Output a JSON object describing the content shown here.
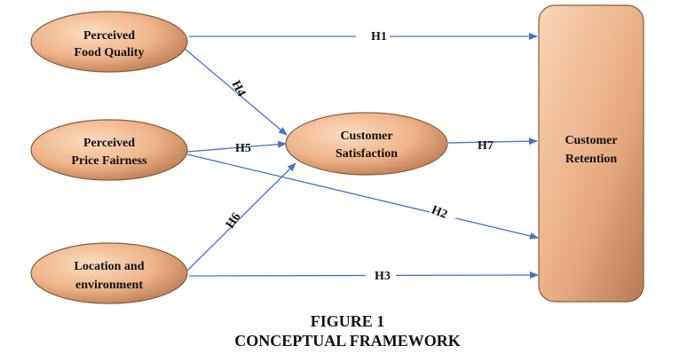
{
  "nodes": {
    "food_quality": [
      "Perceived",
      "Food Quality"
    ],
    "price_fairness": [
      "Perceived",
      "Price Fairness"
    ],
    "location": [
      "Location and",
      "environment"
    ],
    "satisfaction": [
      "Customer",
      "Satisfaction"
    ],
    "retention": [
      "Customer",
      "Retention"
    ]
  },
  "hypotheses": {
    "h1": "H1",
    "h2": "H2",
    "h3": "H3",
    "h4": "H4",
    "h5": "H5",
    "h6": "H6",
    "h7": "H7"
  },
  "caption": {
    "figure": "FIGURE 1",
    "title": "CONCEPTUAL FRAMEWORK"
  },
  "colors": {
    "node_fill_light": "#f8cfae",
    "node_fill_dark": "#c9865a",
    "node_stroke": "#8a5a3a",
    "arrow": "#4472c4"
  }
}
